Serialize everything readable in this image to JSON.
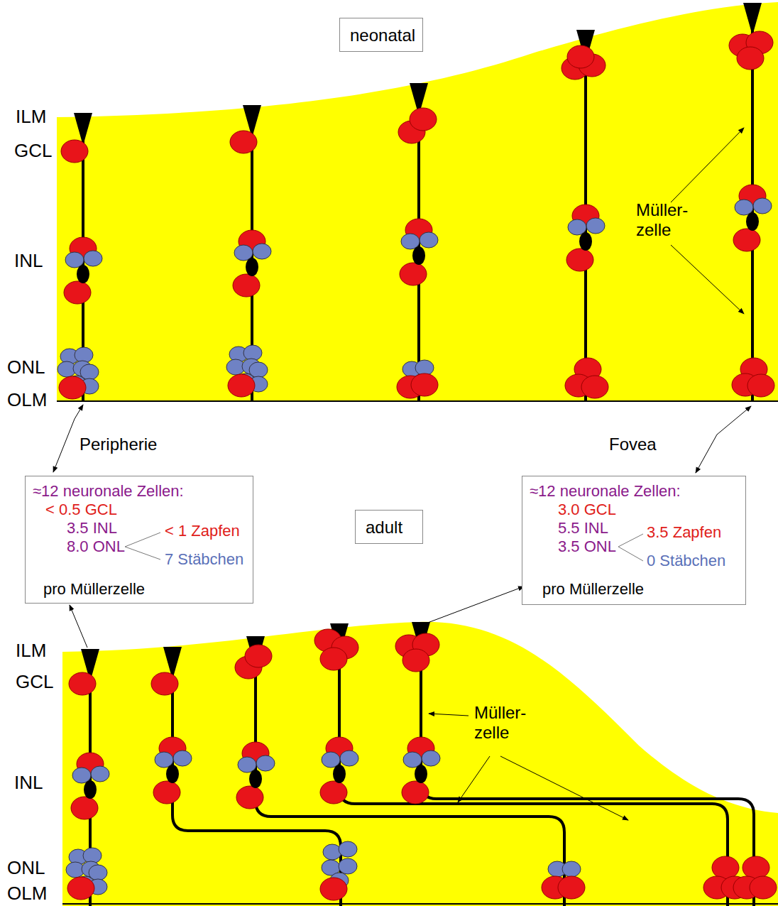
{
  "diagram": {
    "nodes": [
      {
        "text": [
          "neonatal"
        ]
      },
      {
        "text": [
          "≈12 neuronale Zellen:",
          "< 0.5 GCL",
          "3.5 INL",
          "8.0 ONL",
          "< 1 Zapfen",
          "7 Stäbchen",
          "pro Müllerzelle"
        ]
      },
      {
        "text": [
          "adult"
        ]
      },
      {
        "text": [
          "≈12 neuronale Zellen:",
          "3.0 GCL",
          "5.5 INL",
          "3.5 ONL",
          "3.5 Zapfen",
          "0 Stäbchen",
          "pro Müllerzelle"
        ]
      }
    ],
    "labels": [
      "ILM",
      "GCL",
      "INL",
      "ONL",
      "OLM",
      "Müller- zelle",
      "Peripherie",
      "Fovea",
      "ILM",
      "GCL",
      "INL",
      "Müller- zelle",
      "ONL",
      "OLM"
    ]
  }
}
